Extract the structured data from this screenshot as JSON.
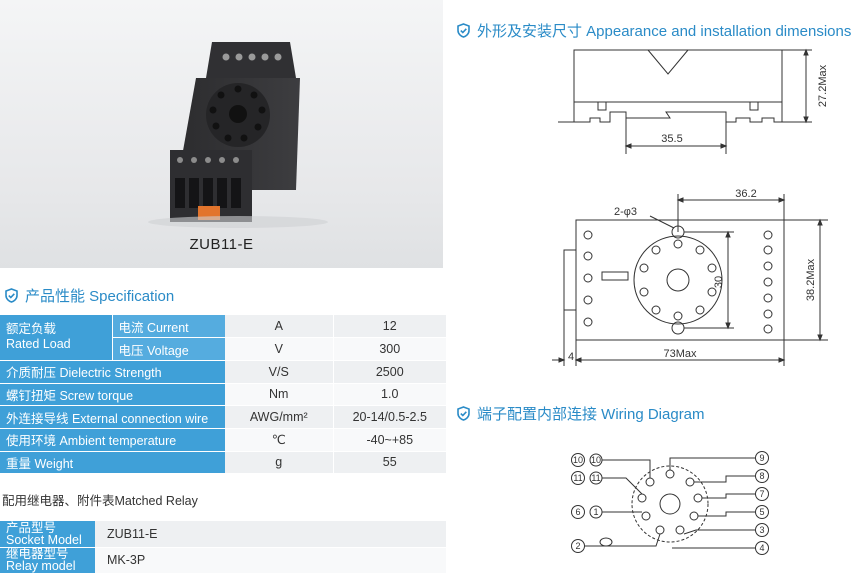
{
  "product": {
    "caption": "ZUB11-E"
  },
  "sections": {
    "appearance": "外形及安装尺寸 Appearance and installation dimensions",
    "specification": "产品性能 Specification",
    "wiring": "端子配置内部连接 Wiring Diagram"
  },
  "spec": {
    "rated_load_cn": "额定负载",
    "rated_load_en": "Rated Load",
    "rows": [
      {
        "label": "电流 Current",
        "unit": "A",
        "value": "12"
      },
      {
        "label": "电压 Voltage",
        "unit": "V",
        "value": "300"
      },
      {
        "label": "介质耐压 Dielectric Strength",
        "unit": "V/S",
        "value": "2500"
      },
      {
        "label": "螺钉扭矩 Screw torque",
        "unit": "Nm",
        "value": "1.0"
      },
      {
        "label": "外连接导线 External connection wire",
        "unit": "AWG/mm²",
        "value": "20-14/0.5-2.5"
      },
      {
        "label": "使用环境 Ambient temperature",
        "unit": "℃",
        "value": "-40~+85"
      },
      {
        "label": "重量 Weight",
        "unit": "g",
        "value": "55"
      }
    ]
  },
  "matched": {
    "caption": "配用继电器、附件表Matched Relay",
    "rows": [
      {
        "label_cn": "产品型号",
        "label_en": "Socket Model",
        "value": "ZUB11-E"
      },
      {
        "label_cn": "继电器型号",
        "label_en": "Relay model",
        "value": "MK-3P"
      }
    ]
  },
  "dimensions": {
    "height_label": "27.2Max",
    "mount_width": "35.5",
    "top_width": "36.2",
    "hole_label": "2-φ3",
    "hole_spacing": "30",
    "depth_label": "38.2Max",
    "offset_label": "4",
    "length_label": "73Max"
  },
  "wiring": {
    "left_terminals": [
      "10",
      "11",
      "6",
      "2"
    ],
    "left_inner": [
      "10",
      "11",
      "1"
    ],
    "right_terminals": [
      "9",
      "8",
      "7",
      "5",
      "3",
      "4"
    ]
  },
  "colors": {
    "accent": "#2a8bc7",
    "table_header": "#3fa0d8"
  }
}
